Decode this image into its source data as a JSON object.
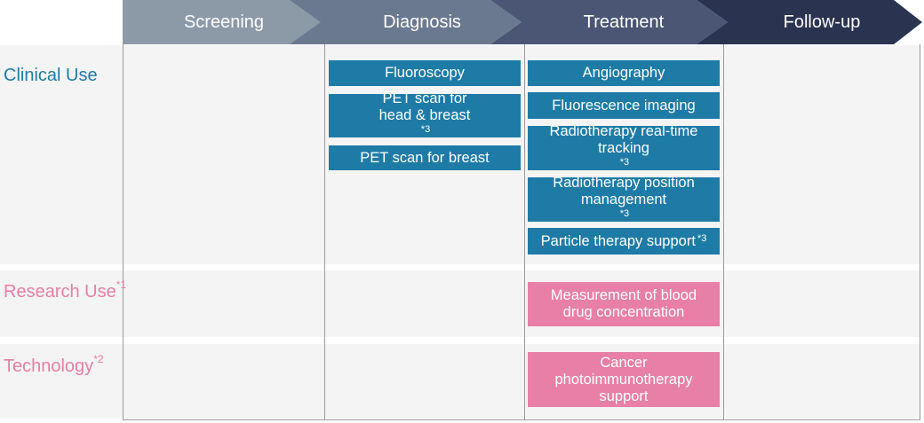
{
  "colors": {
    "clinical": "#1e7ba6",
    "research": "#e87fa6",
    "chevron_1": "#8c9aa8",
    "chevron_2": "#6b7990",
    "chevron_3": "#4a5673",
    "chevron_4": "#2a3350"
  },
  "stages": [
    "Screening",
    "Diagnosis",
    "Treatment",
    "Follow-up"
  ],
  "rows": {
    "clinical": {
      "label": "Clinical Use",
      "note": ""
    },
    "research": {
      "label": "Research Use",
      "note": "*1"
    },
    "technology": {
      "label": "Technology",
      "note": "*2"
    }
  },
  "diagnosis_clinical": [
    {
      "lines": [
        "Fluoroscopy"
      ],
      "note": ""
    },
    {
      "lines": [
        "PET scan for",
        "head & breast"
      ],
      "note": "*3"
    },
    {
      "lines": [
        "PET scan for breast"
      ],
      "note": ""
    }
  ],
  "treatment_clinical": [
    {
      "lines": [
        "Angiography"
      ],
      "note": ""
    },
    {
      "lines": [
        "Fluorescence imaging"
      ],
      "note": ""
    },
    {
      "lines": [
        "Radiotherapy real-time",
        "tracking"
      ],
      "note": "*3"
    },
    {
      "lines": [
        "Radiotherapy position",
        "management"
      ],
      "note": "*3"
    },
    {
      "lines": [
        "Particle therapy support"
      ],
      "note": "*3"
    }
  ],
  "treatment_research": [
    {
      "lines": [
        "Measurement of blood",
        "drug concentration"
      ],
      "note": ""
    }
  ],
  "treatment_technology": [
    {
      "lines": [
        "Cancer",
        "photoimmunotherapy",
        "support"
      ],
      "note": ""
    }
  ]
}
